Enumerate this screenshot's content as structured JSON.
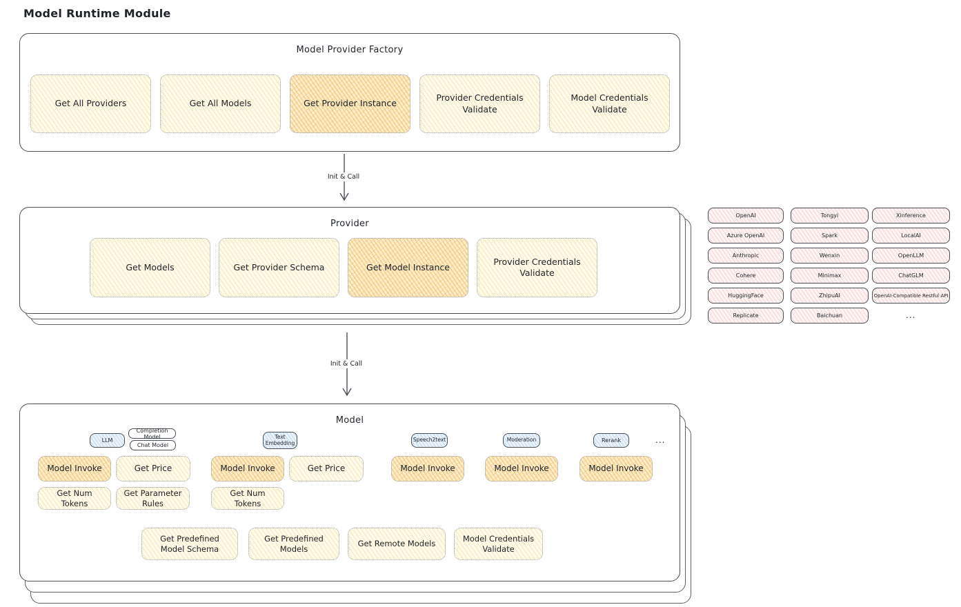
{
  "title": "Model Runtime Module",
  "arrow": {
    "label": "Init & Call"
  },
  "colors": {
    "accent_orange": "#f0b95a",
    "light_yellow": "#fefaea",
    "pink": "#fdf3f3",
    "blue": "#eaf3fb",
    "border_dark": "#494f55",
    "border_dotted": "#9aa0a6",
    "text": "#1f2329"
  },
  "factory": {
    "title": "Model Provider Factory",
    "items": [
      {
        "label": "Get All Providers"
      },
      {
        "label": "Get All Models"
      },
      {
        "label": "Get Provider Instance"
      },
      {
        "label": "Provider Credentials Validate"
      },
      {
        "label": "Model Credentials Validate"
      }
    ]
  },
  "provider": {
    "title": "Provider",
    "items": [
      {
        "label": "Get Models"
      },
      {
        "label": "Get Provider Schema"
      },
      {
        "label": "Get Model Instance"
      },
      {
        "label": "Provider Credentials Validate"
      }
    ]
  },
  "provider_list": {
    "items": [
      {
        "label": "OpenAI"
      },
      {
        "label": "Tongyi"
      },
      {
        "label": "Xinference"
      },
      {
        "label": "Azure OpenAI"
      },
      {
        "label": "Spark"
      },
      {
        "label": "LocalAI"
      },
      {
        "label": "Anthropic"
      },
      {
        "label": "Wenxin"
      },
      {
        "label": "OpenLLM"
      },
      {
        "label": "Cohere"
      },
      {
        "label": "Minimax"
      },
      {
        "label": "ChatGLM"
      },
      {
        "label": "HuggingFace"
      },
      {
        "label": "ZhipuAI"
      },
      {
        "label": "OpenAI-Compatible Restful API"
      },
      {
        "label": "Replicate"
      },
      {
        "label": "Baichuan"
      }
    ],
    "more": "..."
  },
  "model": {
    "title": "Model",
    "tags": {
      "llm": "LLM",
      "completion_model": "Completion Model",
      "chat_model": "Chat Model",
      "text_embedding": "Text Embedding",
      "speech2text": "Speech2text",
      "moderation": "Moderation",
      "rerank": "Rerank",
      "more": "..."
    },
    "ops": {
      "model_invoke": "Model Invoke",
      "get_price": "Get Price",
      "get_num_tokens": "Get Num Tokens",
      "get_parameter_rules": "Get Parameter Rules"
    },
    "bottom_items": [
      {
        "label": "Get Predefined Model Schema"
      },
      {
        "label": "Get Predefined Models"
      },
      {
        "label": "Get Remote Models"
      },
      {
        "label": "Model Credentials Validate"
      }
    ]
  }
}
